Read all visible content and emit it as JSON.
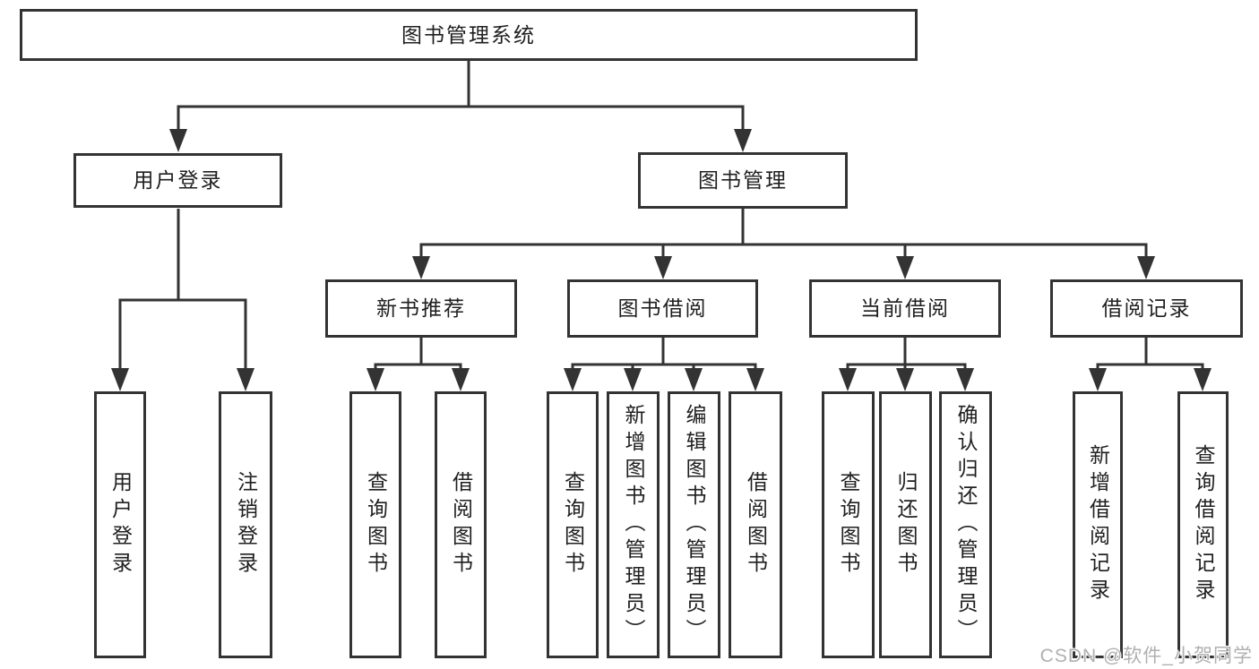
{
  "diagram": {
    "root": "图书管理系统",
    "branches": [
      {
        "label": "用户登录",
        "children": [
          "用户登录",
          "注销登录"
        ]
      },
      {
        "label": "图书管理",
        "children": [
          {
            "label": "新书推荐",
            "children": [
              "查询图书",
              "借阅图书"
            ]
          },
          {
            "label": "图书借阅",
            "children": [
              "查询图书",
              "新增图书（管理员）",
              "编辑图书（管理员）",
              "借阅图书"
            ]
          },
          {
            "label": "当前借阅",
            "children": [
              "查询图书",
              "归还图书",
              "确认归还（管理员）"
            ]
          },
          {
            "label": "借阅记录",
            "children": [
              "新增借阅记录",
              "查询借阅记录"
            ]
          }
        ]
      }
    ]
  },
  "watermark": "CSDN @软件_小贺同学",
  "colors": {
    "line": "#333333",
    "text": "#1f1f1f",
    "watermark": "#b0b0b0",
    "background": "#ffffff"
  }
}
